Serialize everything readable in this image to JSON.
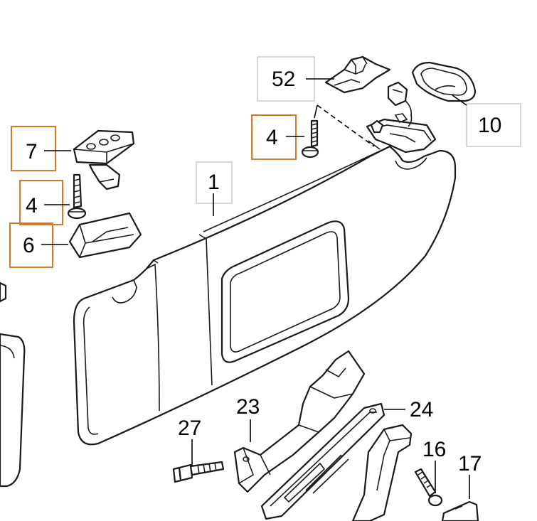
{
  "callouts": [
    {
      "id": "c52",
      "label": "52",
      "style": "grey"
    },
    {
      "id": "c10",
      "label": "10",
      "style": "grey"
    },
    {
      "id": "c4a",
      "label": "4",
      "style": "orange"
    },
    {
      "id": "c7",
      "label": "7",
      "style": "orange"
    },
    {
      "id": "c4b",
      "label": "4",
      "style": "orange"
    },
    {
      "id": "c6",
      "label": "6",
      "style": "orange"
    },
    {
      "id": "c1",
      "label": "1",
      "style": "grey"
    },
    {
      "id": "c23",
      "label": "23",
      "style": "none"
    },
    {
      "id": "c24",
      "label": "24",
      "style": "none"
    },
    {
      "id": "c27",
      "label": "27",
      "style": "none"
    },
    {
      "id": "c16",
      "label": "16",
      "style": "none"
    },
    {
      "id": "c17",
      "label": "17",
      "style": "none"
    }
  ],
  "colors": {
    "highlight_box": "#d9772b",
    "label_box": "#c8c8c8",
    "ink": "#1a1a1a"
  }
}
